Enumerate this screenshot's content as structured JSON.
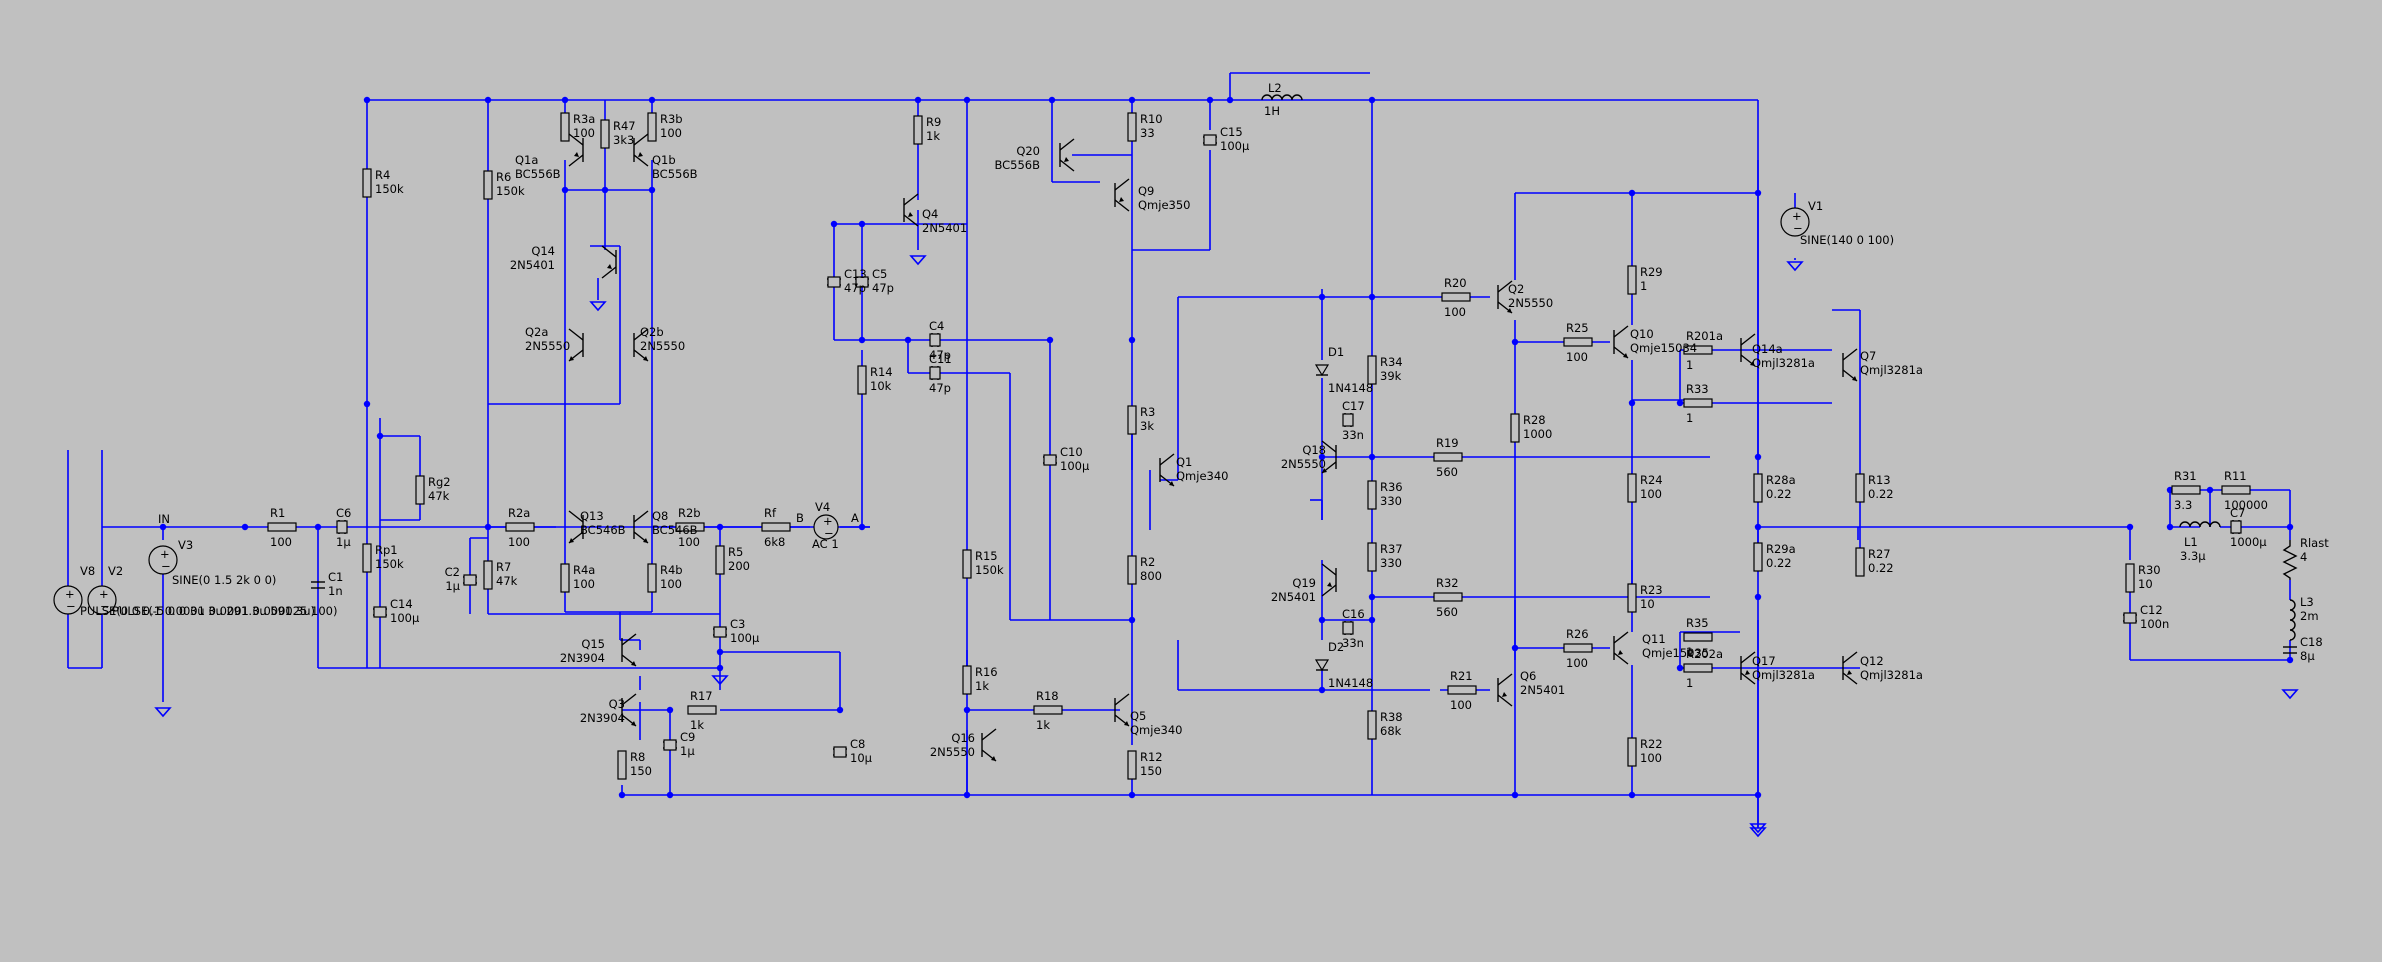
{
  "net_labels": [
    "IN",
    "B",
    "A"
  ],
  "sources": {
    "V8": "V8",
    "V2": "V2",
    "pulse_v8": "PULSE(0 0 0.1 0.0001 0.0001 0.000025 100)",
    "pulse_v2": "PULSE(-5 0 0 3u 3u 291.3u 591.3u)",
    "V3": "V3",
    "V3_val": "SINE(0 1.5 2k 0 0)",
    "V4": "V4",
    "V4_val": "AC 1",
    "V1": "V1",
    "V1_val": "SINE(140 0 100)"
  },
  "transistors": {
    "Q1a": "Q1a",
    "Q1a_type": "BC556B",
    "Q1b": "Q1b",
    "Q1b_type": "BC556B",
    "Q14": "Q14",
    "Q14_type": "2N5401",
    "Q2a": "Q2a",
    "Q2a_type": "2N5550",
    "Q2b": "Q2b",
    "Q2b_type": "2N5550",
    "Q13": "Q13",
    "Q13_type": "BC546B",
    "Q8": "Q8",
    "Q8_type": "BC546B",
    "Q15": "Q15",
    "Q15_type": "2N3904",
    "Q3": "Q3",
    "Q3_type": "2N3904",
    "Q4": "Q4",
    "Q4_type": "2N5401",
    "Q20": "Q20",
    "Q20_type": "BC556B",
    "Q9": "Q9",
    "Q9_type": "Qmje350",
    "Q1": "Q1",
    "Q1_type": "Qmje340",
    "Q5": "Q5",
    "Q5_type": "Qmje340",
    "Q16": "Q16",
    "Q16_type": "2N5550",
    "Q18": "Q18",
    "Q18_type": "2N5550",
    "Q19": "Q19",
    "Q19_type": "2N5401",
    "Q2": "Q2",
    "Q2_type": "2N5550",
    "Q6": "Q6",
    "Q6_type": "2N5401",
    "Q10": "Q10",
    "Q10_type": "Qmje15034",
    "Q11": "Q11",
    "Q11_type": "Qmje15035",
    "Q14a": "Q14a",
    "Q14a_type": "Qmjl3281a",
    "Q7": "Q7",
    "Q7_type": "Qmjl3281a",
    "Q17": "Q17",
    "Q17_type": "Qmjl3281a",
    "Q12": "Q12",
    "Q12_type": "Qmjl3281a"
  },
  "resistors": {
    "R1": "R1",
    "R1_val": "100",
    "R4": "R4",
    "R4_val": "150k",
    "Rp1": "Rp1",
    "Rp1_val": "150k",
    "Rg2": "Rg2",
    "Rg2_val": "47k",
    "R6": "R6",
    "R6_val": "150k",
    "R7": "R7",
    "R7_val": "47k",
    "R3a": "R3a",
    "R3a_val": "100",
    "R47": "R47",
    "R47_val": "3k3",
    "R3b": "R3b",
    "R3b_val": "100",
    "R2a": "R2a",
    "R2a_val": "100",
    "R2b": "R2b",
    "R2b_val": "100",
    "R4a": "R4a",
    "R4a_val": "100",
    "R4b": "R4b",
    "R4b_val": "100",
    "R5": "R5",
    "R5_val": "200",
    "Rf": "Rf",
    "Rf_val": "6k8",
    "R17": "R17",
    "R17_val": "1k",
    "R8": "R8",
    "R8_val": "150",
    "R9": "R9",
    "R9_val": "1k",
    "R14": "R14",
    "R14_val": "10k",
    "R15": "R15",
    "R15_val": "150k",
    "R16": "R16",
    "R16_val": "1k",
    "R18": "R18",
    "R18_val": "1k",
    "R10": "R10",
    "R10_val": "33",
    "R3": "R3",
    "R3_val": "3k",
    "R2": "R2",
    "R2_val": "800",
    "R12": "R12",
    "R12_val": "150",
    "R34": "R34",
    "R34_val": "39k",
    "R36": "R36",
    "R36_val": "330",
    "R37": "R37",
    "R37_val": "330",
    "R38": "R38",
    "R38_val": "68k",
    "R19": "R19",
    "R19_val": "560",
    "R32": "R32",
    "R32_val": "560",
    "R20": "R20",
    "R20_val": "100",
    "R21": "R21",
    "R21_val": "100",
    "R28": "R28",
    "R28_val": "1000",
    "R25": "R25",
    "R25_val": "100",
    "R26": "R26",
    "R26_val": "100",
    "R29": "R29",
    "R29_val": "1",
    "R24": "R24",
    "R24_val": "100",
    "R23": "R23",
    "R23_val": "10",
    "R22": "R22",
    "R22_val": "100",
    "R201a": "R201a",
    "R201a_val": "1",
    "R33": "R33",
    "R33_val": "1",
    "R35": "R35",
    "R35_val": "1",
    "R202a": "R202a",
    "R202a_val": "1",
    "R28a": "R28a",
    "R28a_val": "0.22",
    "R29a": "R29a",
    "R29a_val": "0.22",
    "R13": "R13",
    "R13_val": "0.22",
    "R27": "R27",
    "R27_val": "0.22",
    "R30": "R30",
    "R30_val": "10",
    "R31": "R31",
    "R31_val": "3.3",
    "R11": "R11",
    "R11_val": "100000",
    "Rlast": "Rlast",
    "Rlast_val": "4"
  },
  "capacitors": {
    "C6": "C6",
    "C6_val": "1µ",
    "C1": "C1",
    "C1_val": "1n",
    "C14": "C14",
    "C14_val": "100µ",
    "C2": "C2",
    "C2_val": "1µ",
    "C3": "C3",
    "C3_val": "100µ",
    "C9": "C9",
    "C9_val": "1µ",
    "C8": "C8",
    "C8_val": "10µ",
    "C13": "C13",
    "C13_val": "47p",
    "C5": "C5",
    "C5_val": "47p",
    "C4": "C4",
    "C4_val": "47p",
    "C11": "C11",
    "C11_val": "47p",
    "C10": "C10",
    "C10_val": "100µ",
    "C15": "C15",
    "C15_val": "100µ",
    "C17": "C17",
    "C17_val": "33n",
    "C16": "C16",
    "C16_val": "33n",
    "C12": "C12",
    "C12_val": "100n",
    "C7": "C7",
    "C7_val": "1000µ",
    "C18": "C18",
    "C18_val": "8µ"
  },
  "inductors": {
    "L2": "L2",
    "L2_val": "1H",
    "L1": "L1",
    "L1_val": "3.3µ",
    "L3": "L3",
    "L3_val": "2m"
  },
  "diodes": {
    "D1": "D1",
    "D1_val": "1N4148",
    "D2": "D2",
    "D2_val": "1N4148"
  }
}
